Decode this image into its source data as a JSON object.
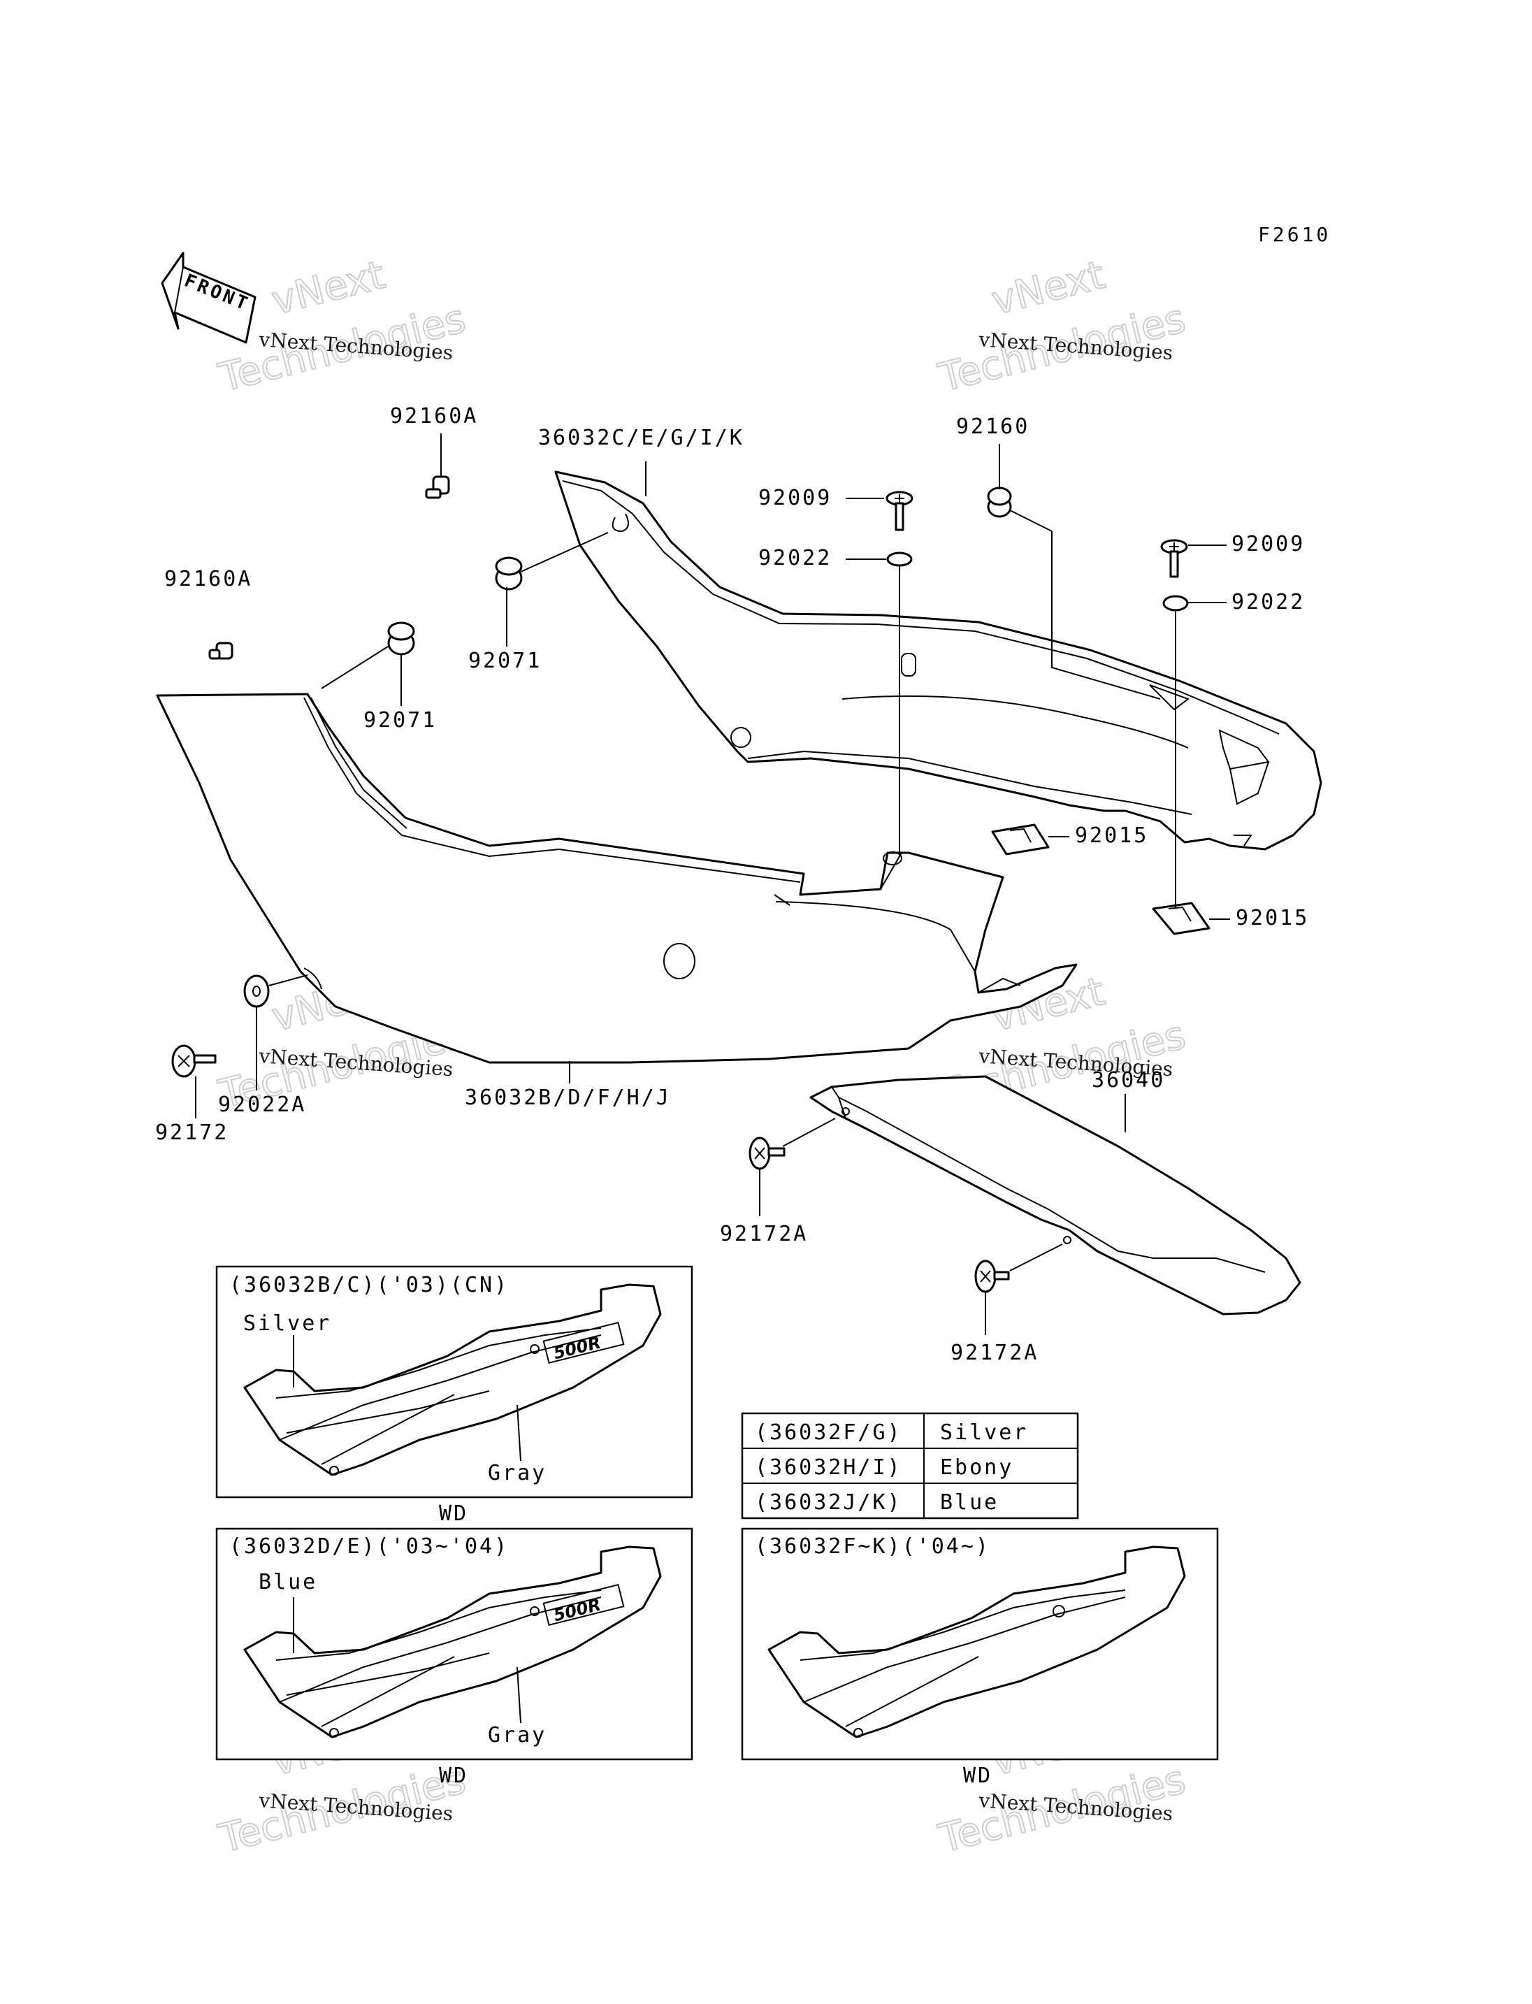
{
  "figure_code": "F2610",
  "front_arrow_label": "FRONT",
  "watermark": {
    "small": "vNext Technologies",
    "large_line1": "vNext",
    "large_line2": "Technologies"
  },
  "part_labels": {
    "p92160A_top": "92160A",
    "p36032C": "36032C/E/G/I/K",
    "p92160": "92160",
    "p92009_a": "92009",
    "p92022_a": "92022",
    "p92009_b": "92009",
    "p92022_b": "92022",
    "p92160A_left": "92160A",
    "p92071_a": "92071",
    "p92071_b": "92071",
    "p92015_a": "92015",
    "p92015_b": "92015",
    "p92172": "92172",
    "p92022A": "92022A",
    "p36032B": "36032B/D/F/H/J",
    "p36040": "36040",
    "p92172A_a": "92172A",
    "p92172A_b": "92172A"
  },
  "insets": {
    "inset1": {
      "header": "(36032B/C)('03)(CN)",
      "color1": "Silver",
      "color2": "Gray",
      "caption": "WD"
    },
    "inset2": {
      "header": "(36032D/E)('03~'04)",
      "color1": "Blue",
      "color2": "Gray",
      "caption": "WD"
    },
    "inset3": {
      "header": "(36032F~K)('04~)",
      "caption": "WD"
    }
  },
  "decal_text": "500R",
  "color_table": {
    "rows": [
      {
        "code": "(36032F/G)",
        "color": "Silver"
      },
      {
        "code": "(36032H/I)",
        "color": "Ebony"
      },
      {
        "code": "(36032J/K)",
        "color": "Blue"
      }
    ]
  }
}
